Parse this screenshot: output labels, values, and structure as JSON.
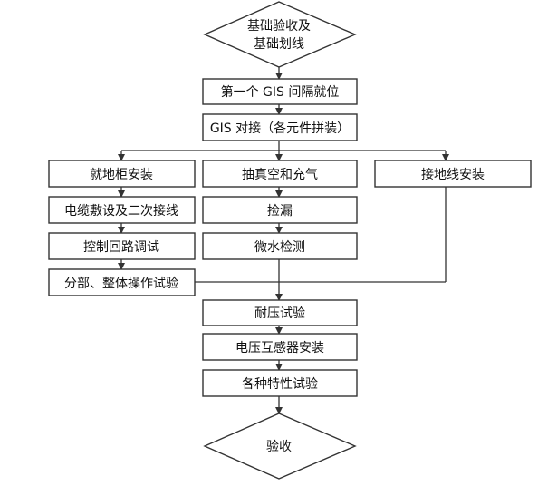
{
  "diagram": {
    "start": [
      "基础验收及",
      "基础划线"
    ],
    "step1": "第一个 GIS 间隔就位",
    "step2": "GIS 对接（各元件拼装）",
    "branch_left": [
      "就地柜安装",
      "电缆敷设及二次接线",
      "控制回路调试"
    ],
    "branch_center": [
      "抽真空和充气",
      "捡漏",
      "微水检测"
    ],
    "branch_right": [
      "接地线安装"
    ],
    "merge": "分部、整体操作试验",
    "step_after": [
      "耐压试验",
      "电压互感器安装",
      "各种特性试验"
    ],
    "end": "验收"
  }
}
